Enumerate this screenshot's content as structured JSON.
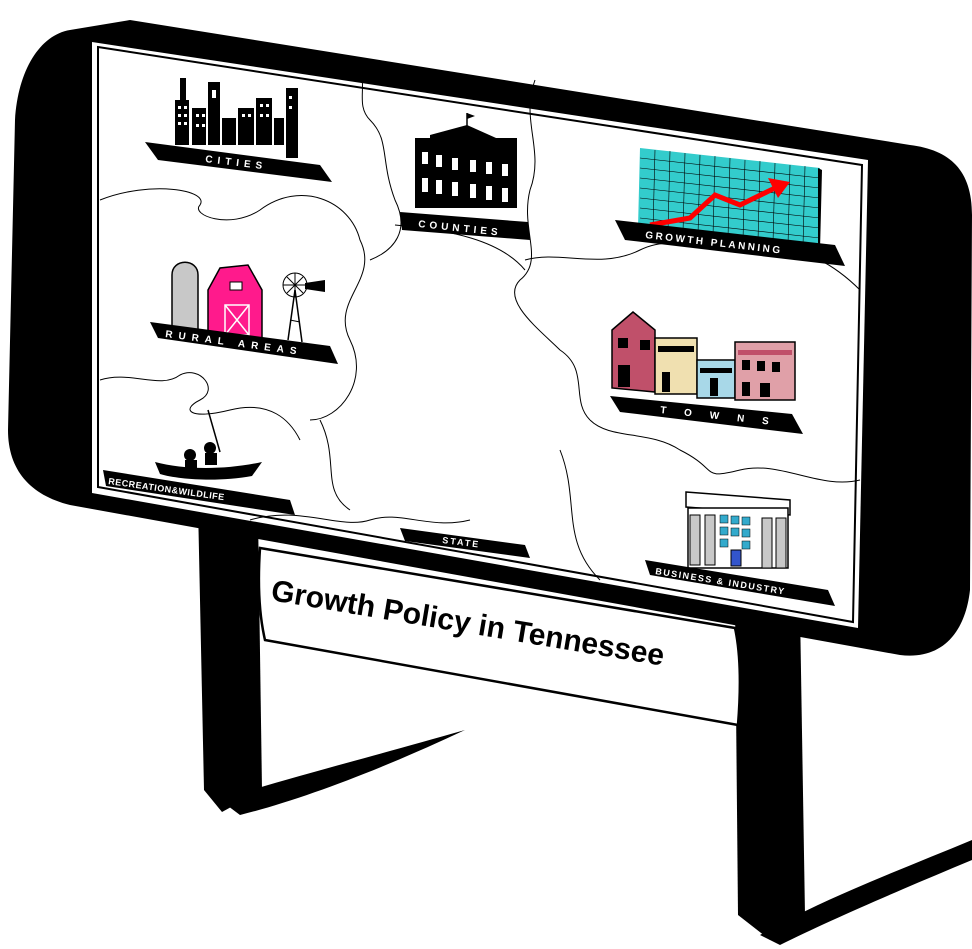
{
  "sign": {
    "title": "Growth Policy in Tennessee"
  },
  "tiles": {
    "cities": "CITIES",
    "counties": "COUNTIES",
    "growth_planning": "GROWTH PLANNING",
    "rural_areas": "RURAL AREAS",
    "towns": "TOWNS",
    "recreation": "RECREATION&WILDLIFE",
    "state": "STATE",
    "business": "BUSINESS & INDUSTRY"
  },
  "colors": {
    "barn": "#ff1a8c",
    "grid": "#33cccc",
    "arrow": "#ff0000",
    "town_red": "#c0506a",
    "town_cream": "#f0e0b0",
    "town_blue": "#a8d8e8",
    "town_pink": "#e0a0a8",
    "silo": "#c8c8c8"
  }
}
